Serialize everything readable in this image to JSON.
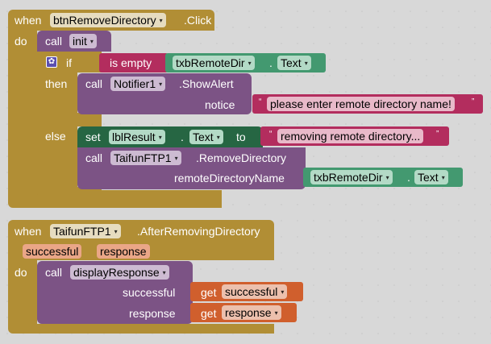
{
  "block1": {
    "when_label": "when",
    "component": "btnRemoveDirectory",
    "event": ".Click",
    "do_label": "do",
    "call_init": {
      "call_label": "call",
      "procedure": "init"
    },
    "if_block": {
      "gear_icon": "gear-icon",
      "if_label": "if",
      "then_label": "then",
      "else_label": "else",
      "condition": {
        "label": "is empty",
        "component": "txbRemoteDir",
        "dot": ".",
        "property": "Text"
      },
      "then_call": {
        "call_label": "call",
        "component": "Notifier1",
        "method": ".ShowAlert",
        "arg_label": "notice",
        "arg_value": "please enter remote directory name!"
      },
      "else_set": {
        "set_label": "set",
        "component": "lblResult",
        "dot": ".",
        "property": "Text",
        "to_label": "to",
        "value": "removing remote directory..."
      },
      "else_call": {
        "call_label": "call",
        "component": "TaifunFTP1",
        "method": ".RemoveDirectory",
        "arg_label": "remoteDirectoryName",
        "arg_component": "txbRemoteDir",
        "arg_dot": ".",
        "arg_property": "Text"
      }
    }
  },
  "block2": {
    "when_label": "when",
    "component": "TaifunFTP1",
    "event": ".AfterRemovingDirectory",
    "params": [
      "successful",
      "response"
    ],
    "do_label": "do",
    "call": {
      "call_label": "call",
      "procedure": "displayResponse",
      "args": [
        {
          "label": "successful",
          "get_label": "get",
          "var": "successful"
        },
        {
          "label": "response",
          "get_label": "get",
          "var": "response"
        }
      ]
    }
  },
  "quote_open": "“",
  "quote_close": "”",
  "dropdown_glyph": "▾"
}
